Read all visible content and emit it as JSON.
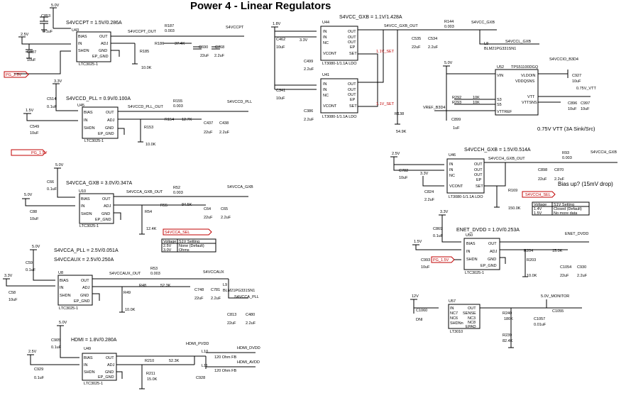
{
  "title": "Power 4 - Linear Regulators",
  "blocks": {
    "s4vccpt": {
      "header": "S4VCCPT = 1.5V/0.286A",
      "rail_in": "5.0V",
      "cap_in": "C853",
      "cap_in_val": "0.1uF",
      "vin": "2.5V",
      "cap_bulk": "C887",
      "cap_bulk_val": "10uF",
      "chip": "U43",
      "part": "LTC3025-1",
      "pins": [
        "BIAS",
        "IN",
        "SHDN",
        "OUT",
        "ADJ",
        "GND",
        "EP_GND"
      ],
      "net_out": "S4VCCPT_OUT",
      "r_sense": "R187",
      "r_sense_val": "0.003",
      "r_fb": "R186",
      "r_fb_val": "37.4K",
      "r_lo": "R185",
      "r_lo_val": "10.0K",
      "c1": "C690",
      "c1_val": "22uF",
      "c2": "C768",
      "c2_val": "2.2uF",
      "net": "S4VCCPT",
      "pg": "PG_2.5V"
    },
    "s4vccd": {
      "header": "S4VCCD_PLL = 0.9V/0.100A",
      "rail_in": "3.3V",
      "cap_in": "C514",
      "cap_in_val": "0.1uF",
      "vin": "1.5V",
      "cap_bulk": "C549",
      "cap_bulk_val": "10uF",
      "chip": "U45",
      "part": "LTC3025-1",
      "pins": [
        "BIAS",
        "IN",
        "SHDN",
        "OUT",
        "ADJ",
        "GND",
        "EP_GND"
      ],
      "net_out": "S4VCCD_PLL_OUT",
      "r_sense": "R155",
      "r_sense_val": "0.003",
      "r_fb": "R154",
      "r_fb_val": "12.7K",
      "r_lo": "R153",
      "r_lo_val": "10.0K",
      "c1": "C437",
      "c1_val": "22uF",
      "c2": "C438",
      "c2_val": "2.2uF",
      "net": "S4VCCD_PLL",
      "pg": "PG_1.5V"
    },
    "s4vcca": {
      "header": "S4VCCA_GXB = 3.0V/0.347A",
      "rail_in": "5.0V",
      "cap_in": "C66",
      "cap_in_val": "0.1uF",
      "vin": "5.0V",
      "cap_bulk": "C88",
      "cap_bulk_val": "10uF",
      "chip": "U10",
      "part": "LTC3025-1",
      "pins": [
        "BIAS",
        "IN",
        "SHDN",
        "OUT",
        "ADJ",
        "GND",
        "EP_GND"
      ],
      "net_out": "S4VCCA_GXB_OUT",
      "r_sense": "R52",
      "r_sense_val": "0.003",
      "r_fb": "R55",
      "r_fb_val": "84.5K",
      "r_lo": "R54",
      "r_lo_val": "12.4K",
      "c1": "C64",
      "c1_val": "22uF",
      "c2": "C65",
      "c2_val": "2.2uF",
      "net": "S4VCCA_GXB",
      "sel": "S4VCCA_SEL",
      "table": [
        [
          "Voltage",
          "S1V Setting"
        ],
        [
          "2.5V",
          "None (Default)"
        ],
        [
          "3.0V",
          "Ohms"
        ]
      ]
    },
    "s4vccaux": {
      "header1": "S4VCCA_PLL = 2.5V/0.051A",
      "header2": "S4VCCAUX = 2.5V/0.250A",
      "rail_in": "5.0V",
      "cap_in": "C59",
      "cap_in_val": "0.1uF",
      "vin": "3.3V",
      "cap_bulk": "C58",
      "cap_bulk_val": "10uF",
      "chip": "U8",
      "part": "LTC3025-1",
      "pins": [
        "BIAS",
        "IN",
        "SHDN",
        "OUT",
        "ADJ",
        "GND",
        "EP_GND"
      ],
      "net_out": "S4VCCAUX_OUT",
      "r_sense": "R53",
      "r_sense_val": "0.003",
      "r_fb": "R48",
      "r_fb_val": "52.3K",
      "r_lo": "R49",
      "r_lo_val": "10.0K",
      "c1": "C748",
      "c1_val": "22uF",
      "c2": "C781",
      "c2_val": "2.2uF",
      "net": "S4VCCAUX",
      "bead": "L9",
      "bead_part": "BLM21PG331SN1",
      "net2": "S4VCCA_PLL",
      "c3": "C813",
      "c3_val": "22uF",
      "c4": "C480",
      "c4_val": "2.2uF"
    },
    "hdmi": {
      "header": "HDMI = 1.8V/0.280A",
      "rail_in": "5.0V",
      "cap_in": "C905",
      "cap_in_val": "0.1uF",
      "vin": "2.5V",
      "cap_bulk": "C929",
      "cap_bulk_val": "0.1uF",
      "chip": "U49",
      "part": "LTC3025-1",
      "pins": [
        "BIAS",
        "IN",
        "SHDN",
        "OUT",
        "ADJ",
        "GND",
        "EP_GND"
      ],
      "net": "HDMI_PVDD",
      "r_fb": "R210",
      "r_fb_val": "52.3K",
      "r_lo": "R211",
      "r_lo_val": "15.0K",
      "c1": "C928",
      "c1_val": "",
      "l1": "L10",
      "l1_val": "120 Ohm FB",
      "l2": "L11",
      "l2_val": "120 Ohm FB",
      "net_a": "HDMI_DVDD",
      "net_b": "HDMI_AVDD"
    },
    "s4vcc": {
      "header": "S4VCC_GXB = 1.1V/1.428A",
      "net_out": "S4VCC_GXB_OUT",
      "vin": "1.8V",
      "rail_b": "3.3V",
      "u44": "U44",
      "u41": "U41",
      "part": "LT3080-1/1.1A LDO",
      "pins": [
        "IN",
        "IN",
        "NC",
        "VCONT",
        "OUT",
        "OUT",
        "OUT",
        "EP",
        "SET"
      ],
      "c_top": "C462",
      "c_top_val": "10uF",
      "c_v1": "C499",
      "c_v1_val": "2.2uF",
      "c_bot": "C341",
      "c_bot_val": "10uF",
      "c_v2": "C386",
      "c_v2_val": "2.2uF",
      "sel1": "1.1V_SET",
      "sel2": "1.1V_SET",
      "r_set": "R138",
      "r_set_val": "54.9K",
      "c_o1": "C535",
      "c_o1_val": "22uF",
      "c_o2": "C534",
      "c_o2_val": "2.2uF",
      "r_sense": "R144",
      "r_sense_val": "0.003",
      "net": "S4VCC_GXB",
      "bead": "L8",
      "bead_part": "BLM21PG331SN1",
      "net2": "S4VCCL_GXB"
    },
    "vtt": {
      "rail_in": "5.0V",
      "chip": "U52",
      "part": "TPS51100DGQ",
      "pins_l": [
        "VIN",
        "S3",
        "S5",
        "VTTREF"
      ],
      "pins_r": [
        "VLDOIN",
        "VDDQSNS",
        "VTT",
        "VTTSNS"
      ],
      "r1": "R292",
      "r1_val": "10K",
      "r2": "R293",
      "r2_val": "10K",
      "vref": "VREF_B3D4",
      "c_ref": "C899",
      "c_ref_val": "1uF",
      "net_in": "S4VCCIO_B3D4",
      "c_in": "C927",
      "c_in_val": "10uF",
      "net_out": "0.75V_VTT",
      "c_o1": "C896",
      "c_o1_val": "10uF",
      "c_o2": "C997",
      "c_o2_val": "10uF",
      "note": "0.75V VTT (3A Sink/Src)"
    },
    "s4vcch": {
      "header": "S4VCCH_GXB = 1.5V/0.514A",
      "vin": "2.5V",
      "rail_b": "3.3V",
      "chip": "U46",
      "part": "LT3080-1/1.1A LDO",
      "pins": [
        "IN",
        "IN",
        "NC",
        "VCONT",
        "OUT",
        "OUT",
        "OUT",
        "EP",
        "SET"
      ],
      "c_in": "C782",
      "c_in_val": "10uF",
      "c_v": "C824",
      "c_v_val": "2.2uF",
      "net_out": "S4VCCH_GXB_OUT",
      "r_sense": "R93",
      "r_sense_val": "0.003",
      "net": "S4VCCH_GXB",
      "c1": "C898",
      "c1_val": "22uF",
      "c2": "C870",
      "c2_val": "2.2uF",
      "r_set": "R169",
      "r_set_val": "150.0K",
      "sel": "S4VCCH_SEL",
      "note": "Bias up?  (15mV drop)",
      "table": [
        [
          "Voltage",
          "S1V Setting"
        ],
        [
          "1.4V",
          "Closed (Default)"
        ],
        [
          "1.5V",
          "No more data"
        ]
      ]
    },
    "enet": {
      "header": "ENET_DVDD = 1.0V/0.253A",
      "rail_in": "3.3V",
      "vin": "1.5V",
      "cap_in": "C869",
      "cap_in_val": "0.1uF",
      "cap_bulk": "C993",
      "cap_bulk_val": "10uF",
      "chip": "U50",
      "part": "LTC3025-1",
      "pins": [
        "BIAS",
        "IN",
        "SHDN",
        "OUT",
        "ADJ",
        "GND",
        "EP_GND"
      ],
      "pg": "PG_1.5V",
      "r_fb": "R204",
      "r_fb_val": "15.0K",
      "r_lo": "R203",
      "r_lo_val": "10.0K",
      "c1": "C1054",
      "c1_val": "22uF",
      "c2": "C930",
      "c2_val": "2.2uF",
      "net": "ENET_DVDD"
    },
    "monitor": {
      "rail_in": "12V",
      "cap_in": "C1060",
      "cap_in_val": "DNI",
      "chip": "U57",
      "part": "LT3010",
      "pins_l": [
        "IN",
        "NC7",
        "NC6",
        "SHDNn"
      ],
      "pins_r": [
        "OUT",
        "SENSE",
        "NC3",
        "NC8",
        "EPAD"
      ],
      "r1": "R240",
      "r1_val": "180K",
      "r2": "R239",
      "r2_val": "82.4K",
      "net": "5.0V_MONITOR",
      "c1": "C1055",
      "c1_val": "",
      "c2": "C1057",
      "c2_val": "0.01uF"
    }
  }
}
